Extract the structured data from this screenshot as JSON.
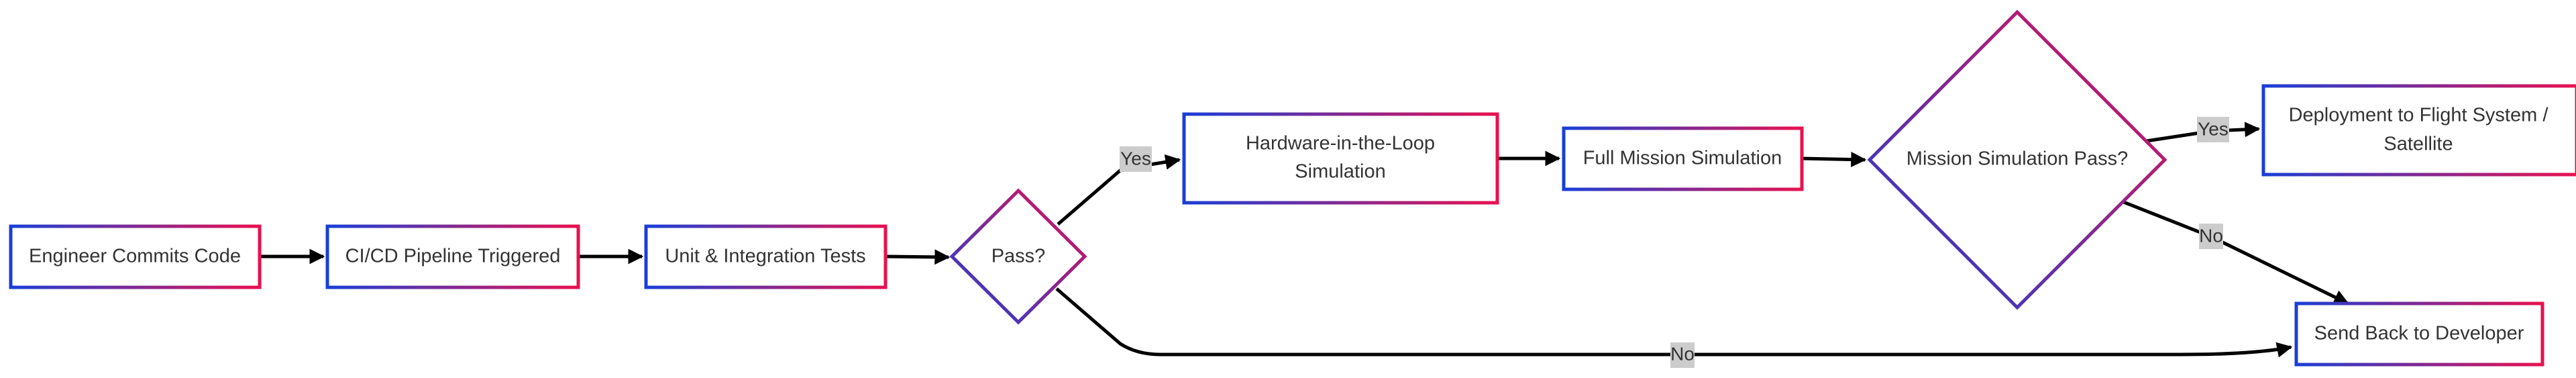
{
  "nodes": {
    "commit": {
      "label": "Engineer Commits Code"
    },
    "cicd": {
      "label": "CI/CD Pipeline Triggered"
    },
    "tests": {
      "label": "Unit & Integration Tests"
    },
    "pass": {
      "label": "Pass?"
    },
    "hil": {
      "label_line1": "Hardware-in-the-Loop",
      "label_line2": "Simulation"
    },
    "full_sim": {
      "label": "Full Mission Simulation"
    },
    "mission_pass": {
      "label": "Mission Simulation Pass?"
    },
    "deploy": {
      "label_line1": "Deployment to Flight System /",
      "label_line2": "Satellite"
    },
    "send_back": {
      "label": "Send Back to Developer"
    }
  },
  "edge_labels": {
    "pass_yes": "Yes",
    "pass_no": "No",
    "mission_yes": "Yes",
    "mission_no": "No"
  },
  "colors": {
    "gradient_start": "#1a3fd6",
    "gradient_end": "#e8114f",
    "edge": "#000000",
    "label_background": "#cccccc",
    "text": "#333333"
  }
}
